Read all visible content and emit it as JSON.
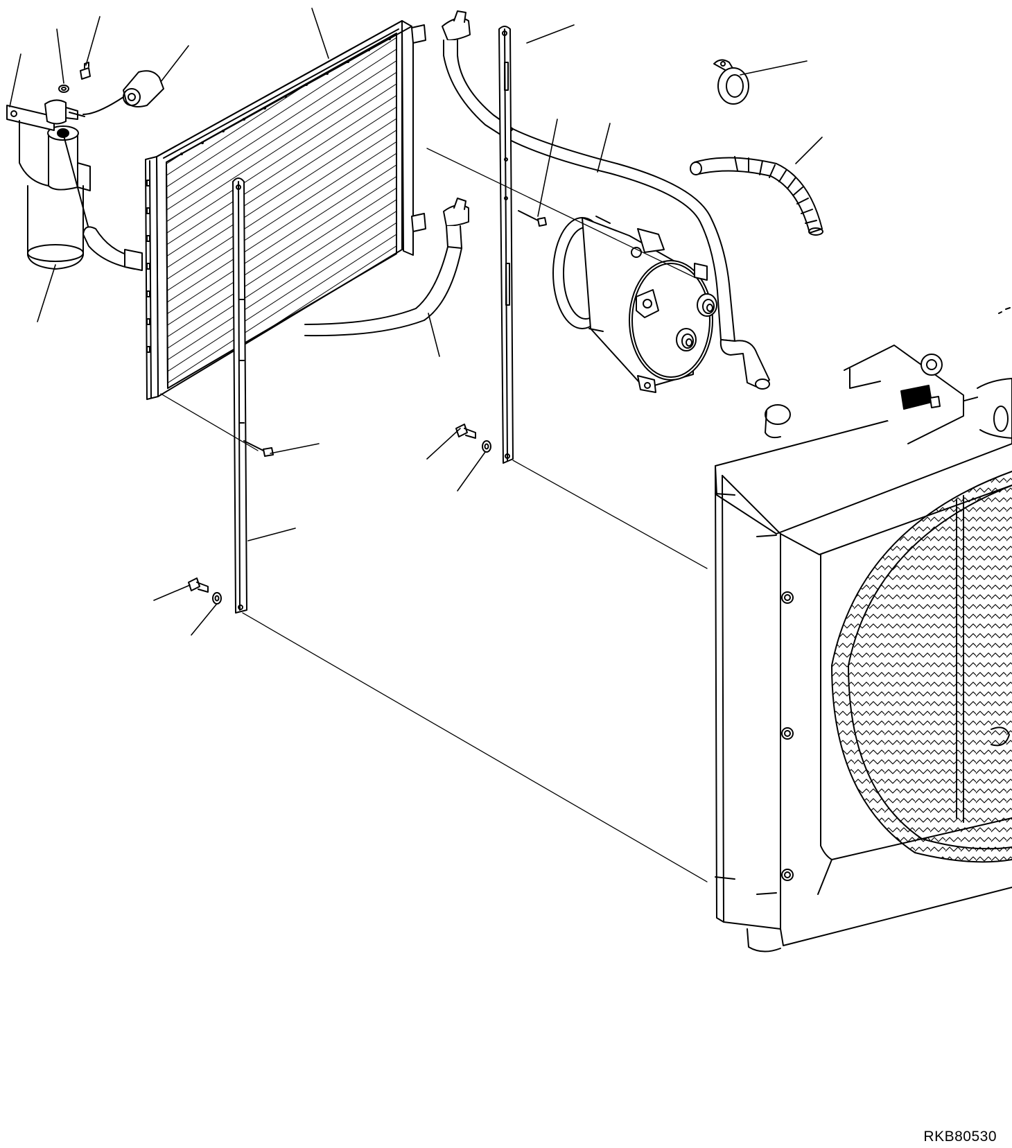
{
  "diagram": {
    "figure_code": "RKB80530",
    "colors": {
      "ink": "#000000",
      "paper": "#ffffff"
    },
    "parts": [
      {
        "id": "receiver-drier"
      },
      {
        "id": "mounting-bracket"
      },
      {
        "id": "washer-small"
      },
      {
        "id": "bolt-small"
      },
      {
        "id": "pressure-switch"
      },
      {
        "id": "condenser"
      },
      {
        "id": "upper-hose"
      },
      {
        "id": "lower-hose"
      },
      {
        "id": "left-support-strip"
      },
      {
        "id": "right-support-strip"
      },
      {
        "id": "screw-left"
      },
      {
        "id": "screw-right"
      },
      {
        "id": "compressor"
      },
      {
        "id": "compressor-hose"
      },
      {
        "id": "grommet"
      },
      {
        "id": "drain-hose"
      },
      {
        "id": "bolt-left"
      },
      {
        "id": "washer-left"
      },
      {
        "id": "bolt-right"
      },
      {
        "id": "washer-right"
      },
      {
        "id": "radiator"
      }
    ]
  }
}
